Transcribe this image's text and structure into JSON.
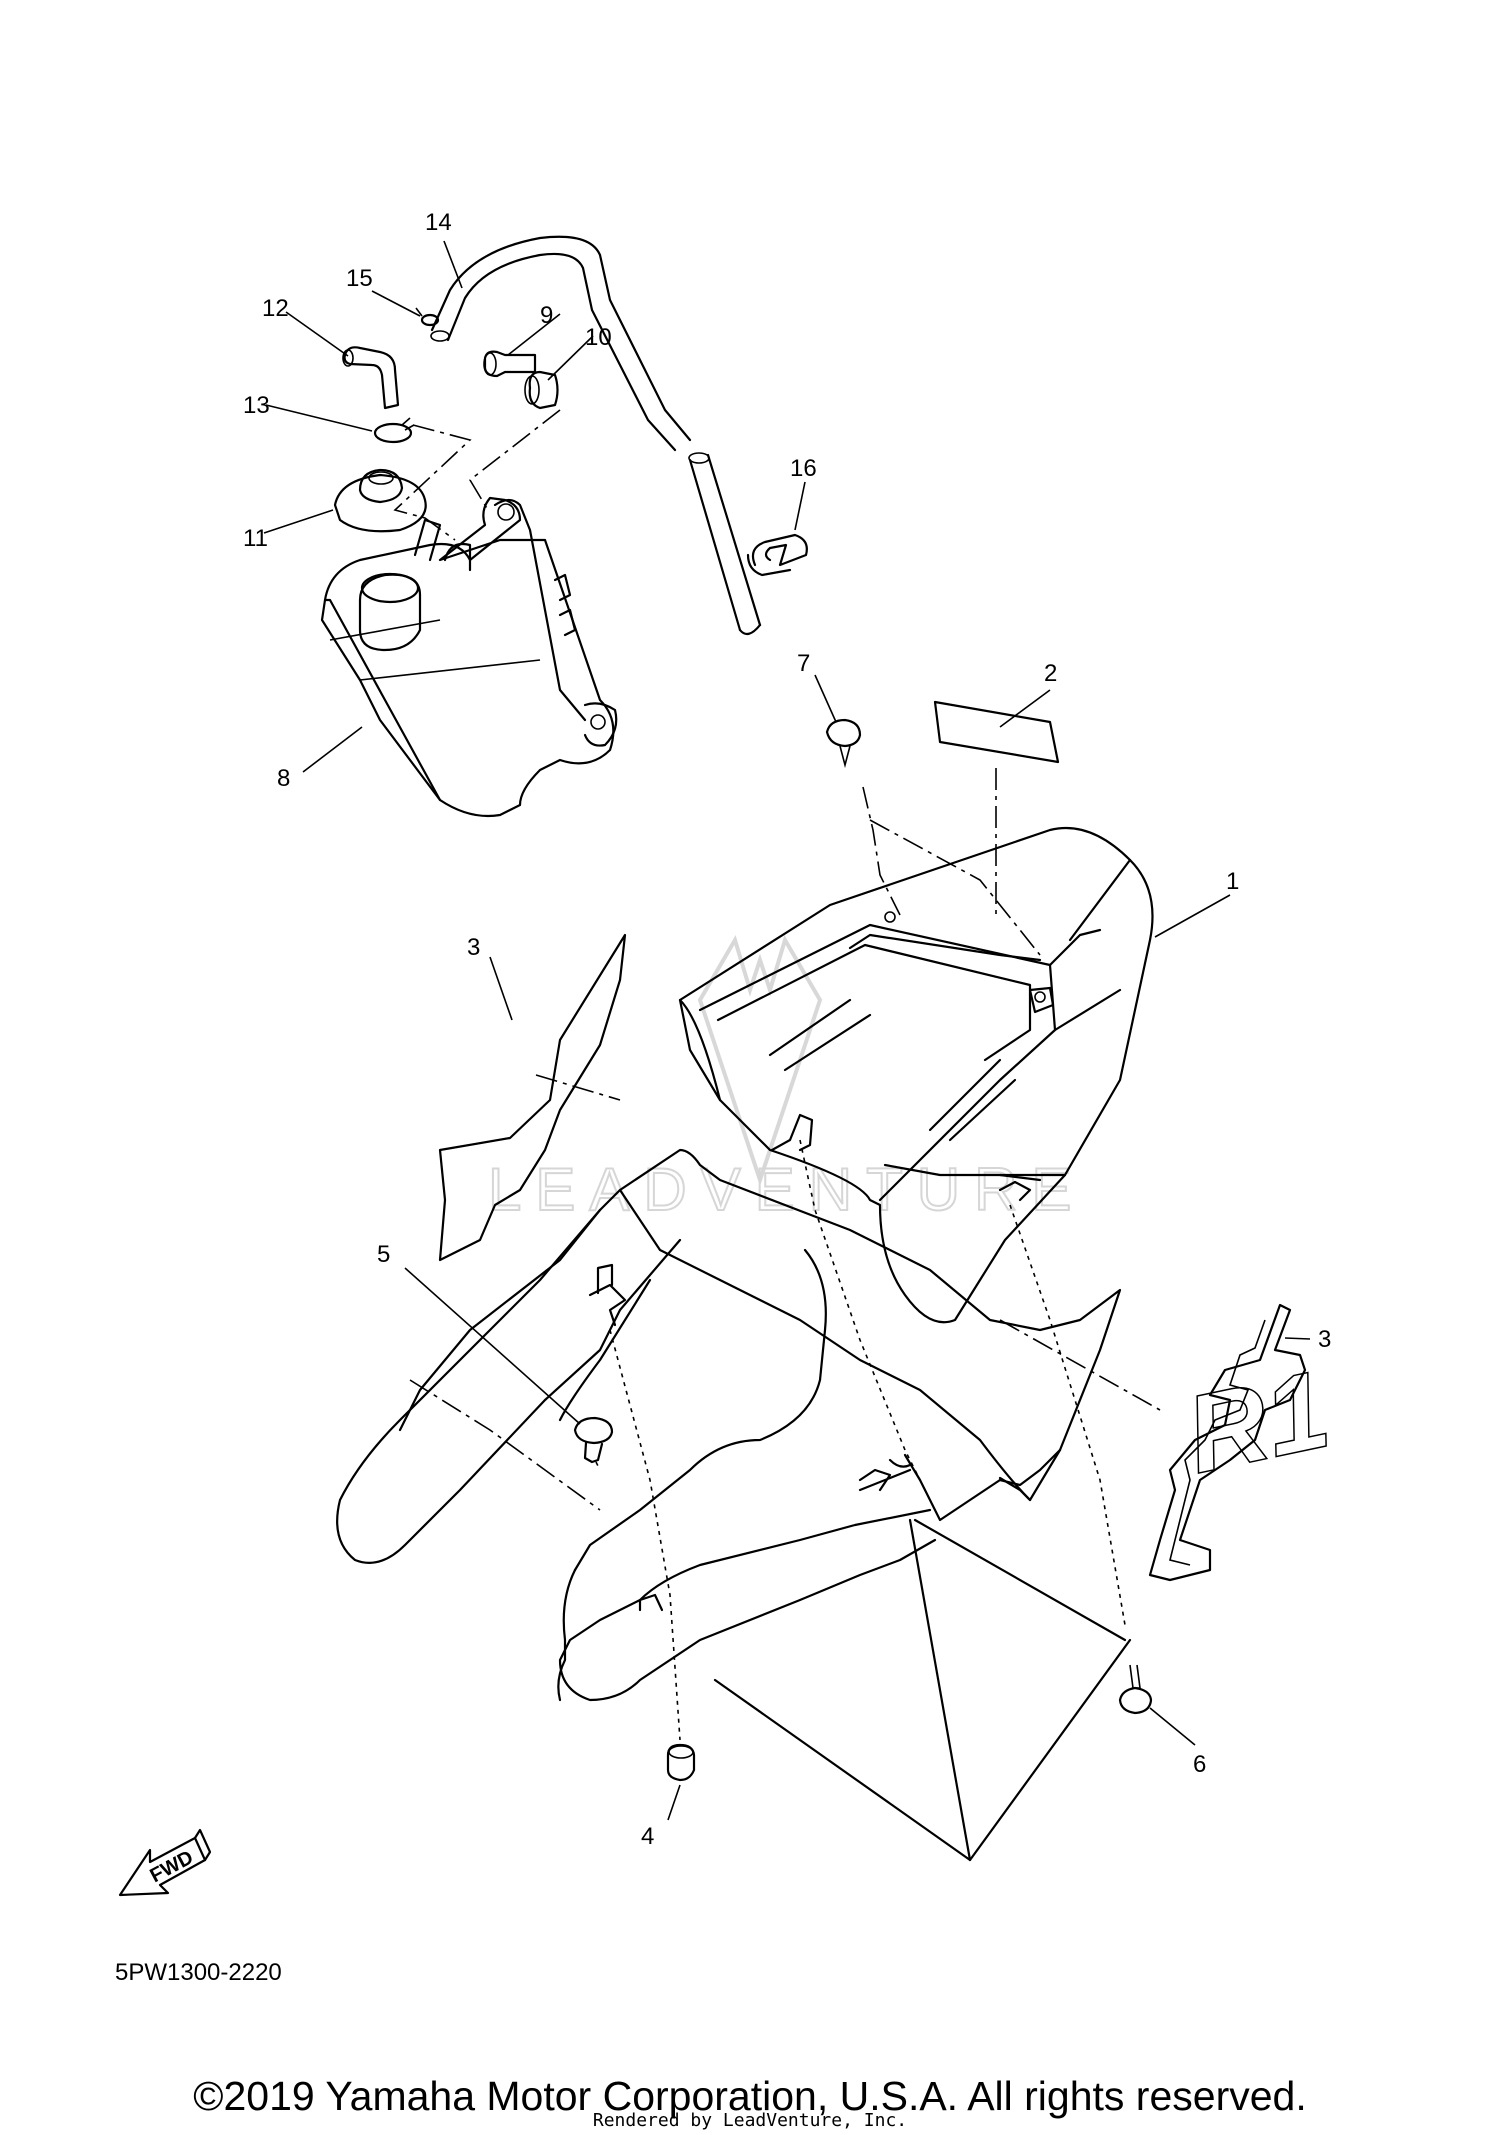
{
  "callouts": {
    "c1": "1",
    "c2": "2",
    "c3a": "3",
    "c3b": "3",
    "c4": "4",
    "c5": "5",
    "c6": "6",
    "c7": "7",
    "c8": "8",
    "c9": "9",
    "c10": "10",
    "c11": "11",
    "c12": "12",
    "c13": "13",
    "c14": "14",
    "c15": "15",
    "c16": "16"
  },
  "fwd_label": "FWD",
  "decal_text": "R1",
  "watermark": "LEADVENTURE",
  "diagram_code": "5PW1300-2220",
  "copyright": "©2019 Yamaha Motor Corporation, U.S.A. All rights reserved.",
  "rendered_by": "Rendered by LeadVenture, Inc."
}
